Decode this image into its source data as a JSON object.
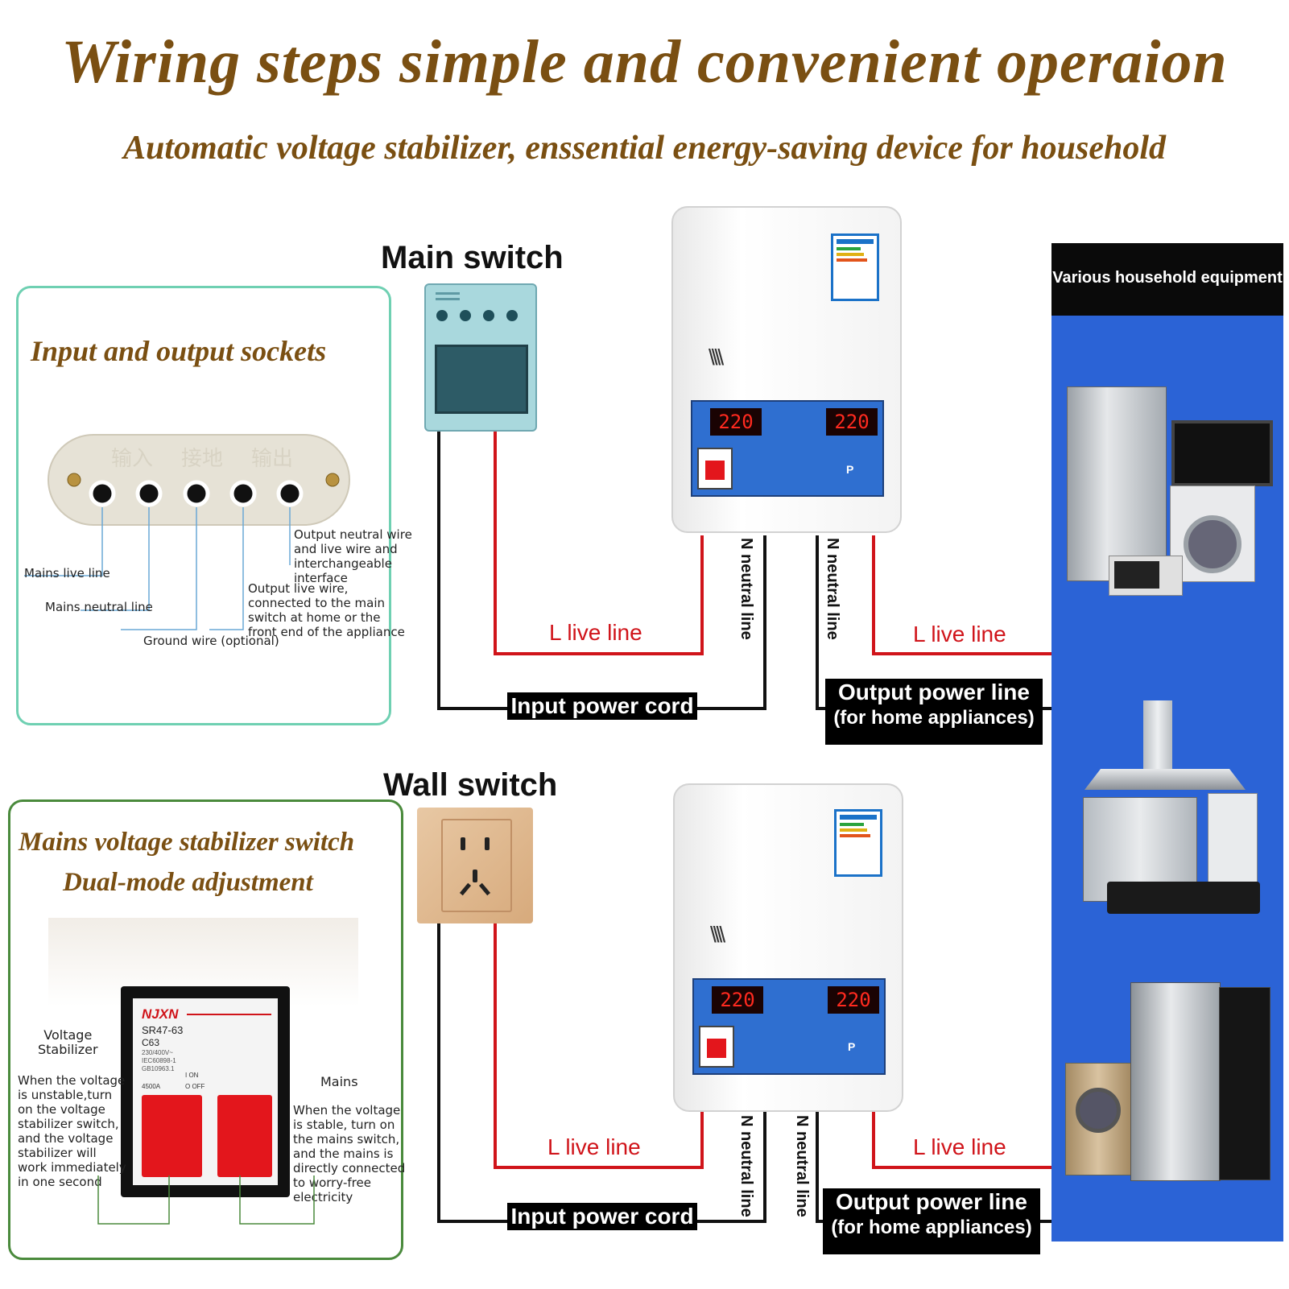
{
  "header": {
    "title": "Wiring steps simple and convenient operaion",
    "subtitle": "Automatic voltage stabilizer, enssential energy-saving device for household"
  },
  "sockets_panel": {
    "heading": "Input and output sockets",
    "socket_labels": [
      "输入",
      "接地",
      "输出"
    ],
    "callouts": {
      "mains_live": "Mains live line",
      "mains_neutral": "Mains neutral line",
      "ground": "Ground wire (optional)",
      "output_live": [
        "Output live wire,",
        "connected to the main",
        "switch at home or the",
        "front end of the appliance"
      ],
      "output_neutral": [
        "Output neutral wire",
        "and live wire and",
        "interchangeable",
        "interface"
      ]
    }
  },
  "switch_panel": {
    "heading_line1": "Mains voltage stabilizer switch",
    "heading_line2": "Dual-mode adjustment",
    "breaker": {
      "brand": "NJXN",
      "model": "SR47-63",
      "rating": "C63",
      "spec_lines": [
        "230/400V~",
        "IEC60898-1",
        "GB10963.1"
      ],
      "on_label": "I ON",
      "off_label": "O OFF",
      "capacity": "4500A"
    },
    "left_title": [
      "Voltage",
      "Stabilizer"
    ],
    "left_text": [
      "When the voltage",
      "is unstable,turn",
      "on the voltage",
      "stabilizer switch,",
      "and the voltage",
      "stabilizer will",
      "work immediately",
      "in one second"
    ],
    "right_title": "Mains",
    "right_text": [
      "When the voltage",
      "is stable, turn on",
      "the mains switch,",
      "and the mains is",
      "directly connected",
      "to worry-free",
      "electricity"
    ]
  },
  "diagram_top": {
    "source_label": "Main switch",
    "live_in": "L live line",
    "neutral_in": "N neutral line",
    "neutral_out": "N neutral line",
    "live_out": "L live line",
    "input_cord": "Input power cord",
    "output_line_1": "Output power line",
    "output_line_2": "(for home appliances)",
    "display_in": "220",
    "display_out": "220"
  },
  "diagram_bottom": {
    "source_label": "Wall switch",
    "live_in": "L live line",
    "neutral_in": "N neutral line",
    "neutral_out": "N neutral line",
    "live_out": "L live line",
    "input_cord": "Input power cord",
    "output_line_1": "Output power line",
    "output_line_2": "(for home appliances)",
    "display_in": "220",
    "display_out": "220"
  },
  "equipment": {
    "title": "Various household equipment"
  },
  "colors": {
    "title_brown": "#7a4f12",
    "live_red": "#d0141a",
    "equipment_blue": "#2b63d6",
    "panel_green_light": "#6fd0b2",
    "panel_green_dark": "#4a8a3c"
  }
}
